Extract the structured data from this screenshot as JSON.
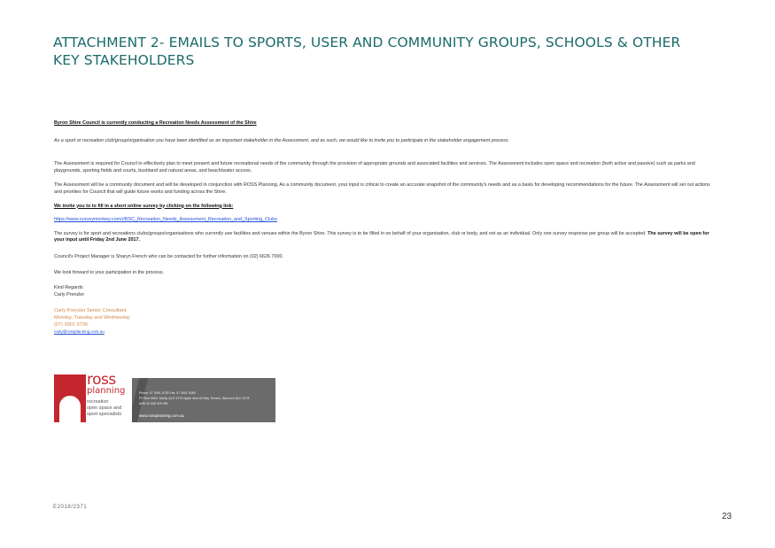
{
  "heading": "ATTACHMENT 2- EMAILS TO SPORTS, USER AND COMMUNITY GROUPS, SCHOOLS & OTHER KEY STAKEHOLDERS",
  "email": {
    "subject": "Byron Shire Council is currently conducting a Recreation Needs Assessment of the Shire",
    "intro": "As a sport or recreation club/group/organisation you have been identified as an important stakeholder in the Assessment, and as such, we would like to invite you to participate in the stakeholder engagement process.",
    "para1": "The Assessment is required for Council to effectively plan to meet present and future recreational needs of the community through the provision of appropriate grounds and associated facilities and services. The Assessment includes open space and recreation (both active and passive) such as parks and playgrounds, sporting fields and courts, bushland and natural areas, and beach/water access.",
    "para2": "The Assessment will be a community document and will be developed in conjunction with ROSS Planning. As a community document, your input is critical to create an accurate snapshot of the community's needs and as a basis for developing recommendations for the future. The Assessment will set out actions and priorities for Council that will guide future works and funding across the Shire.",
    "invite": "We invite you to to fill in a short online survey by clicking on the following link:",
    "link": "https://www.surveymonkey.com/r/BSC_Recreation_Needs_Assessment_Recreation_and_Sporting_Clubs",
    "para3": "The survey is for sport and recreations clubs/groups/organisations who currently use facilities and venues within the Byron Shire. This survey is to be filled in on behalf of your organisation, club or body, and not as an individual. Only one survey response per group will be accepted.",
    "para3_bold": "The survey will be open for your input until Friday 2nd June 2017.",
    "para4": "Council's Project Manager is Sharyn French who can be contacted for further information on (02) 6626 7000.",
    "para5": "We look forward to your participation in the process.",
    "closing": "Kind Regards",
    "closing_name": "Carly Prenzler",
    "sig_line1": "Carly Prenzler Senior Consultant",
    "sig_line2": "Monday, Tuesday and Wednesday",
    "sig_phone": "(07) 3901 0730",
    "sig_email": "carly@rossplanning.com.au"
  },
  "logo": {
    "word": "ross",
    "sub": "planning",
    "tag1": "recreation",
    "tag2": "open space and",
    "tag3": "sport specialists"
  },
  "card": {
    "line1": "Phone: 07 3901 0730       Fax: 07 3901 0350",
    "line2": "PO Box 5660, Manly QLD 4179    Upper floor 62 Bay Terrace, Wynnum QLD 4178",
    "line3": "ABN 32 508 029 959",
    "web": "www.rossplanning.com.au"
  },
  "reference": "E2018/2371",
  "page_number": "23"
}
